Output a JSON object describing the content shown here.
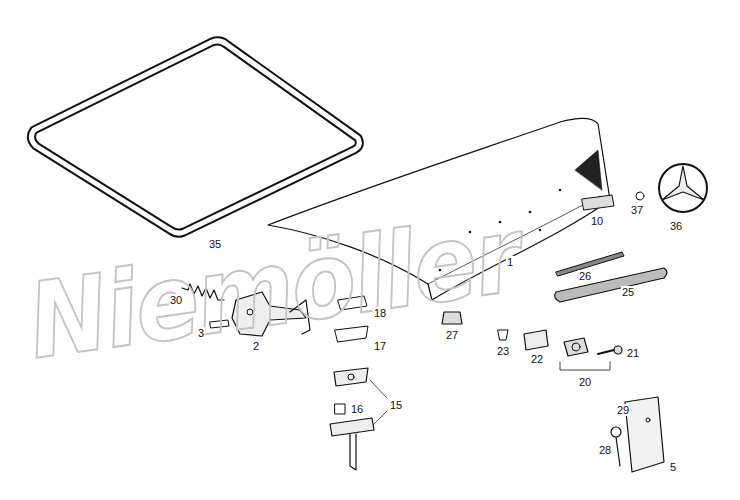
{
  "diagram": {
    "labels": [
      "Niemöller",
      "35",
      "1",
      "10",
      "37",
      "36",
      "30",
      "2",
      "3",
      "18",
      "17",
      "27",
      "23",
      "22",
      "26",
      "25",
      "21",
      "20",
      "16",
      "15",
      "29",
      "28",
      "5"
    ]
  }
}
